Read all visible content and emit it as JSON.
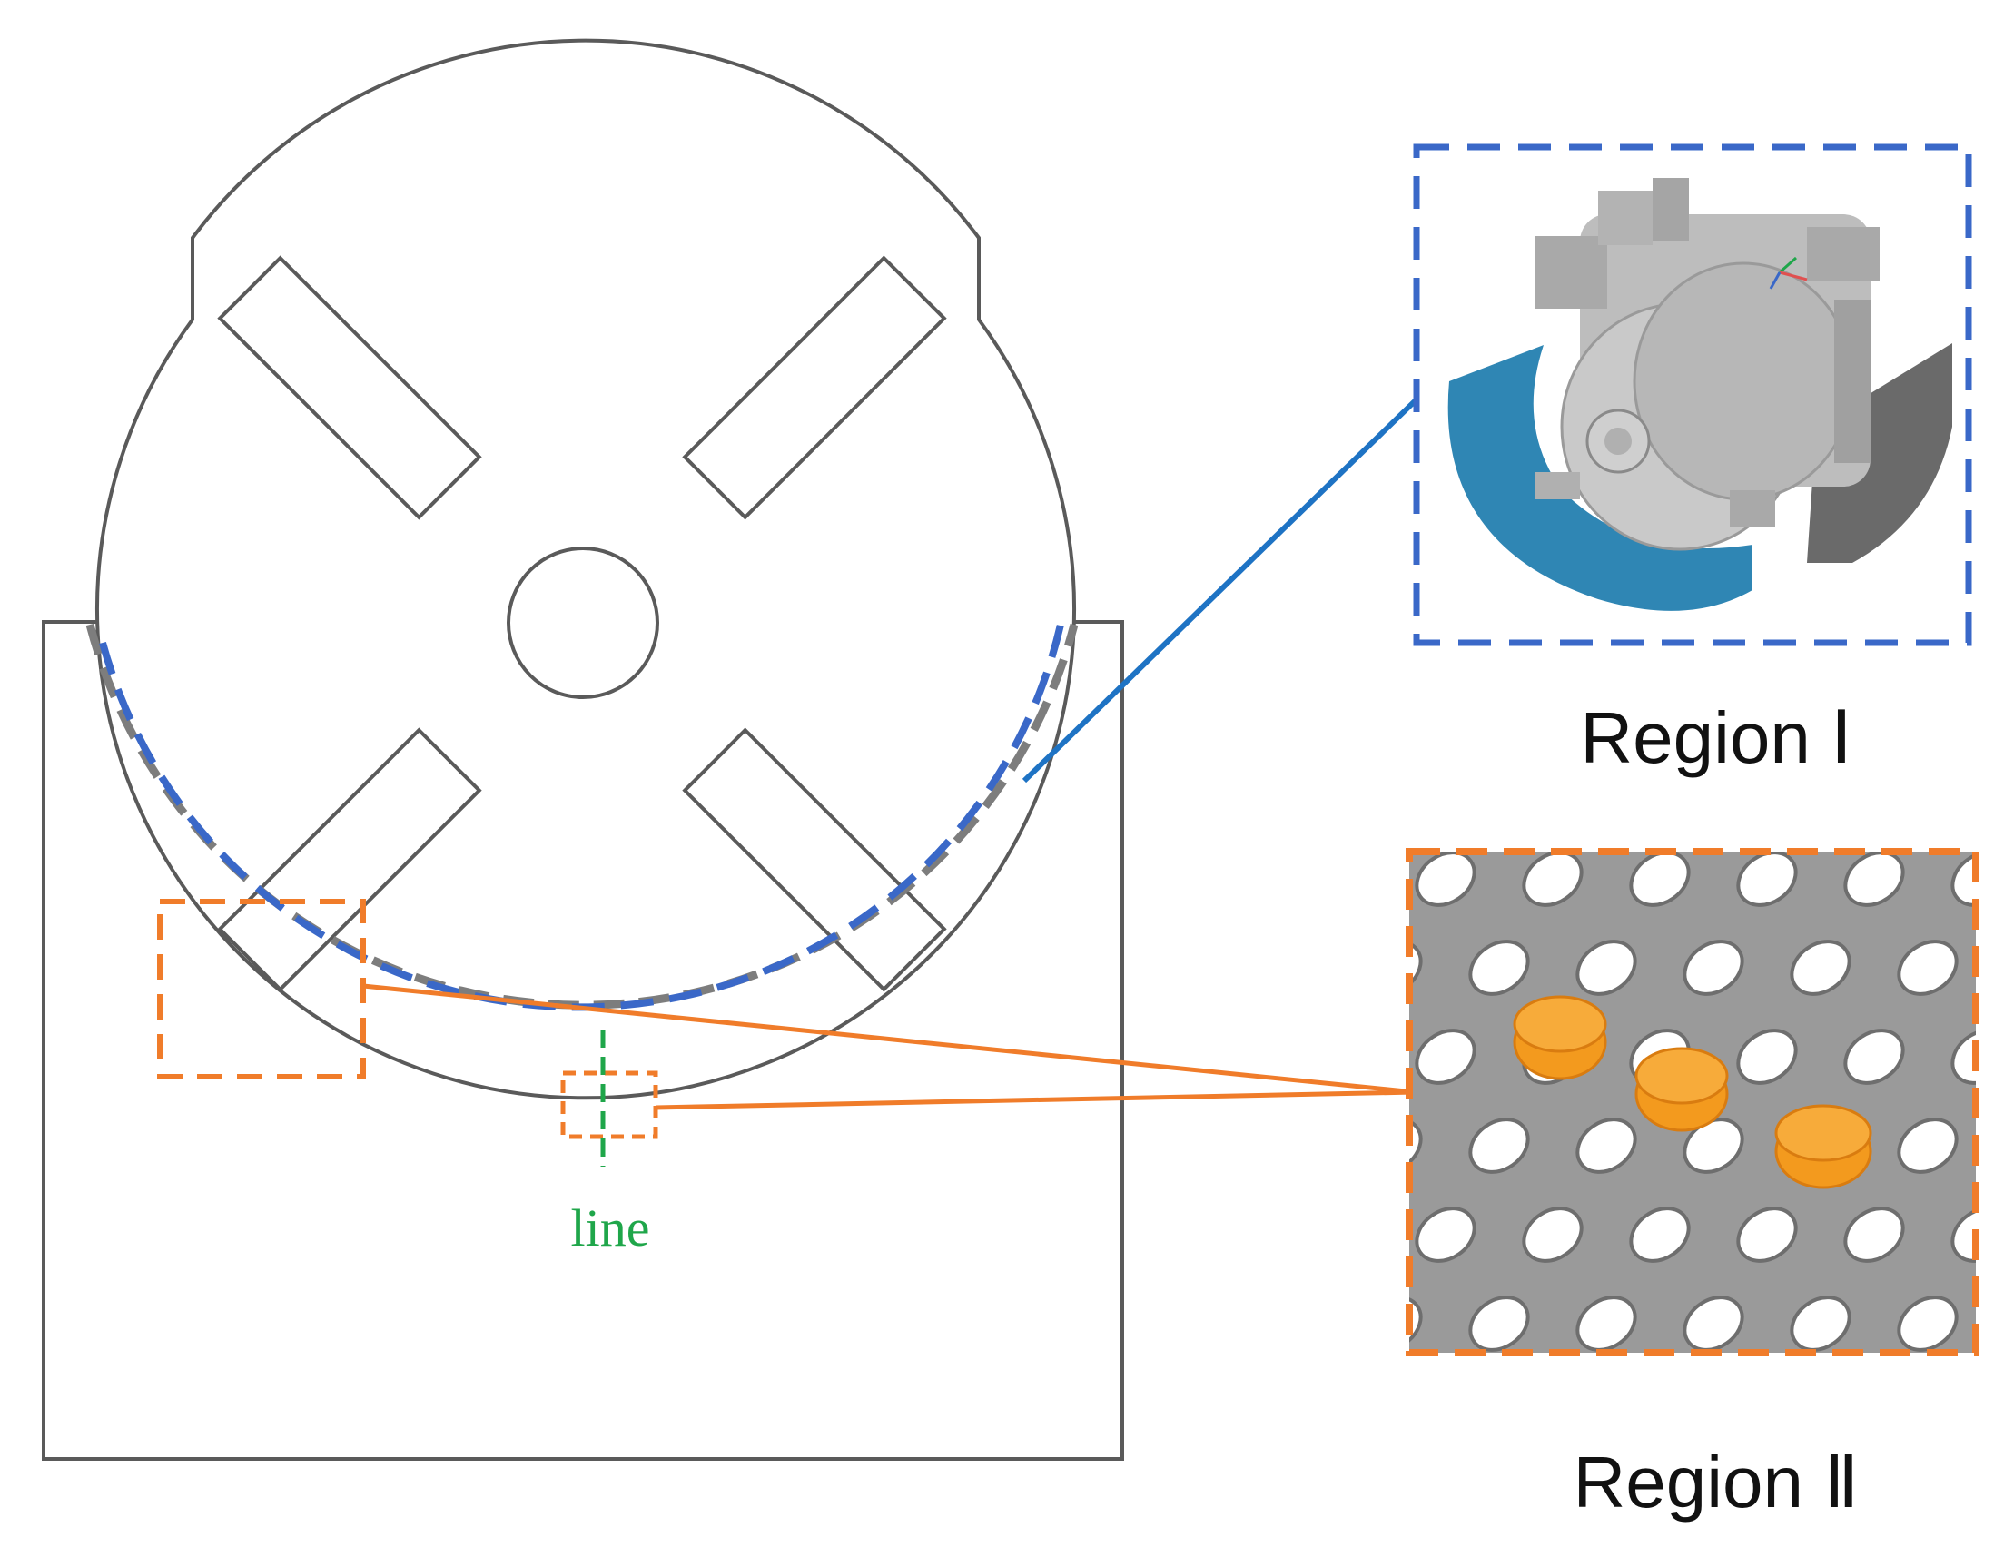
{
  "labels": {
    "region1": "Region Ⅰ",
    "region2": "Region Ⅱ",
    "line": "line"
  },
  "colors": {
    "outline": "#5a5a5a",
    "blue_dash": "#3a68c8",
    "blue_connector": "#1e73c4",
    "orange": "#f07c2a",
    "green": "#1fa64a",
    "gray_dash": "#808080",
    "mesh_gray": "#9a9a9a",
    "mesh_teal": "#2f86b4",
    "machine_gray": "#bdbdbd",
    "particle_orange": "#f39a1e"
  },
  "icons": {
    "region1_view": "drum-machine-render",
    "region2_view": "perforated-plate-render"
  }
}
